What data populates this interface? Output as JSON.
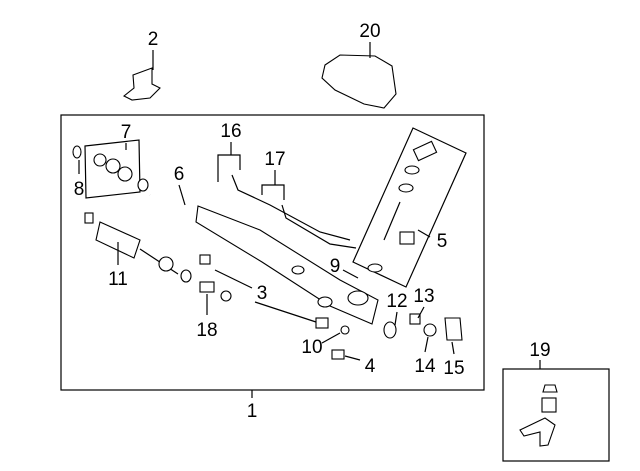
{
  "diagram": {
    "callouts": [
      {
        "id": "1",
        "text": "1"
      },
      {
        "id": "2",
        "text": "2"
      },
      {
        "id": "3",
        "text": "3"
      },
      {
        "id": "4",
        "text": "4"
      },
      {
        "id": "5",
        "text": "5"
      },
      {
        "id": "6",
        "text": "6"
      },
      {
        "id": "7",
        "text": "7"
      },
      {
        "id": "8",
        "text": "8"
      },
      {
        "id": "9",
        "text": "9"
      },
      {
        "id": "10",
        "text": "10"
      },
      {
        "id": "11",
        "text": "11"
      },
      {
        "id": "12",
        "text": "12"
      },
      {
        "id": "13",
        "text": "13"
      },
      {
        "id": "14",
        "text": "14"
      },
      {
        "id": "15",
        "text": "15"
      },
      {
        "id": "16",
        "text": "16"
      },
      {
        "id": "17",
        "text": "17"
      },
      {
        "id": "18",
        "text": "18"
      },
      {
        "id": "19",
        "text": "19"
      },
      {
        "id": "20",
        "text": "20"
      }
    ]
  }
}
